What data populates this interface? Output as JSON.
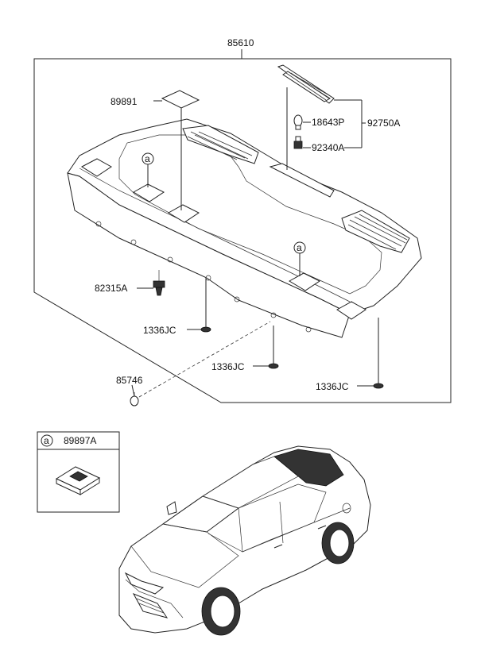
{
  "labels": {
    "assembly": "85610",
    "cover": "89891",
    "lamp_assy": "92750A",
    "bulb": "18643P",
    "socket": "92340A",
    "clip": "82315A",
    "grommet_1": "1336JC",
    "grommet_2": "1336JC",
    "grommet_3": "1336JC",
    "fastener": "85746"
  },
  "callout": {
    "marker": "a",
    "part_number": "89897A"
  }
}
